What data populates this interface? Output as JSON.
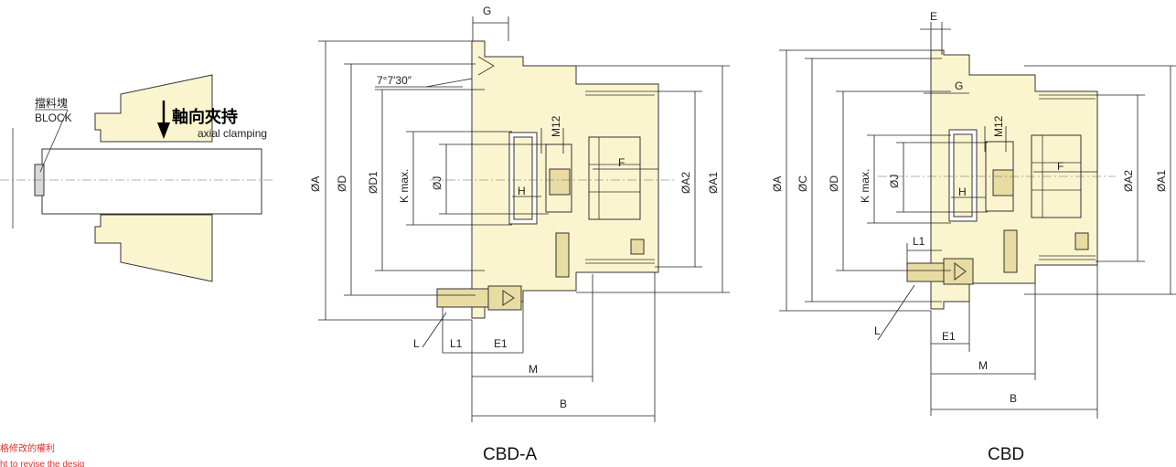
{
  "left_detail": {
    "block_label_cn": "擋料塊",
    "block_label_en": "BLOCK",
    "clamping_label_cn": "軸向夾持",
    "clamping_label_en": "axial clamping"
  },
  "footnote": {
    "line1": "格修改的權利",
    "line2": "ht to revise the desig"
  },
  "drawing_a": {
    "caption": "CBD-A",
    "angle": "7°7′30″",
    "labels": {
      "G": "G",
      "M12": "M12",
      "F": "F",
      "H": "H",
      "OA": "ØA",
      "OD": "ØD",
      "OD1": "ØD1",
      "Kmax": "K max.",
      "OJ": "ØJ",
      "OA2": "ØA2",
      "OA1": "ØA1",
      "L": "L",
      "L1": "L1",
      "E1": "E1",
      "M": "M",
      "B": "B"
    }
  },
  "drawing_b": {
    "caption": "CBD",
    "labels": {
      "E": "E",
      "G": "G",
      "M12": "M12",
      "F": "F",
      "H": "H",
      "OA": "ØA",
      "OC": "ØC",
      "OD": "ØD",
      "Kmax": "K max.",
      "OJ": "ØJ",
      "OA2": "ØA2",
      "OA1": "ØA1",
      "L1": "L1",
      "L": "L",
      "E1": "E1",
      "M": "M",
      "B": "B"
    }
  },
  "colors": {
    "part_fill": "#fbf5cf",
    "footnote_red": "#e0302a"
  }
}
